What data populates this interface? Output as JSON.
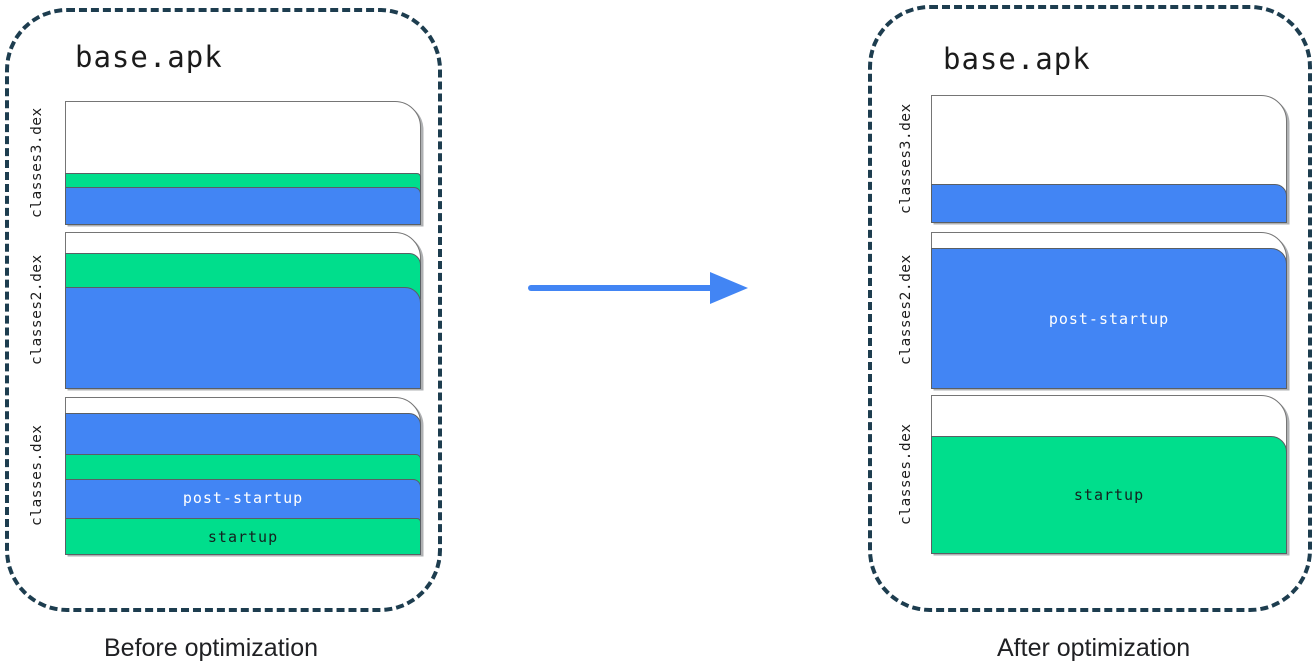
{
  "colors": {
    "blue": "#4285F4",
    "green": "#00DE8C",
    "outline": "#1D3D4F",
    "arrow": "#4285F4"
  },
  "before": {
    "title": "base.apk",
    "caption": "Before optimization",
    "files": [
      {
        "name": "classes3.dex",
        "segments": [
          {
            "color": "green"
          },
          {
            "color": "blue"
          }
        ]
      },
      {
        "name": "classes2.dex",
        "segments": [
          {
            "color": "green"
          },
          {
            "color": "blue"
          }
        ]
      },
      {
        "name": "classes.dex",
        "segments": [
          {
            "color": "blue"
          },
          {
            "color": "green"
          },
          {
            "color": "blue",
            "label": "post-startup"
          },
          {
            "color": "green",
            "label": "startup"
          }
        ]
      }
    ]
  },
  "after": {
    "title": "base.apk",
    "caption": "After optimization",
    "files": [
      {
        "name": "classes3.dex",
        "segments": [
          {
            "color": "blue"
          }
        ]
      },
      {
        "name": "classes2.dex",
        "segments": [
          {
            "color": "blue",
            "label": "post-startup"
          }
        ]
      },
      {
        "name": "classes.dex",
        "segments": [
          {
            "color": "green",
            "label": "startup"
          }
        ]
      }
    ]
  }
}
